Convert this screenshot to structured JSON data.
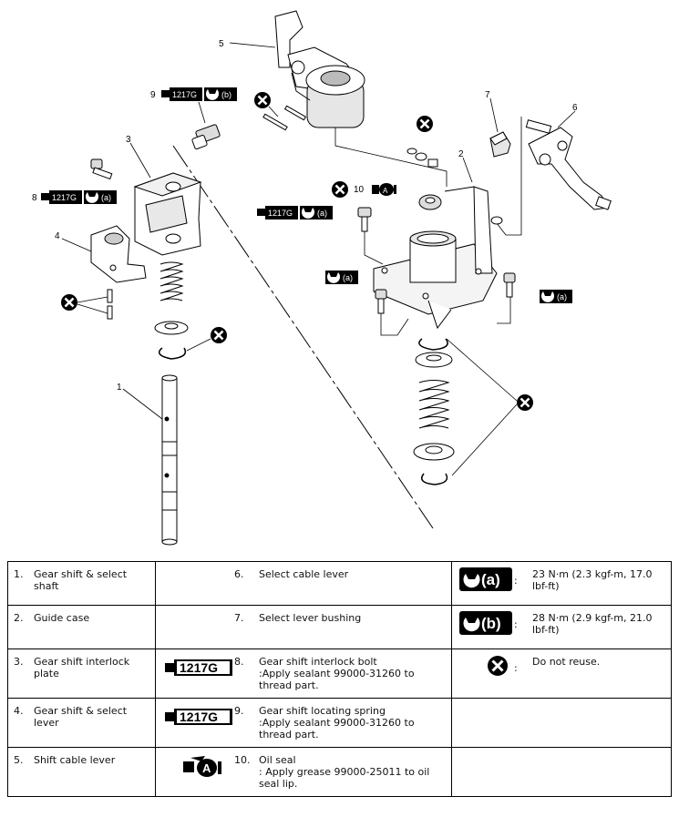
{
  "callouts": {
    "c1": "1",
    "c2": "2",
    "c3": "3",
    "c4": "4",
    "c5": "5",
    "c6": "6",
    "c7": "7",
    "c8": "8",
    "c9": "9",
    "c10": "10"
  },
  "tags": {
    "sealant": "1217G",
    "torque_a": "(a)",
    "torque_b": "(b)",
    "grease": "A"
  },
  "legend": {
    "rows": [
      {
        "n1": "1.",
        "t1": "Gear shift & select shaft",
        "n2": "6.",
        "t2": "Select cable lever",
        "ic3": "torque-a",
        "colon": ":",
        "t3": "23 N·m (2.3 kgf-m, 17.0 lbf-ft)"
      },
      {
        "n1": "2.",
        "t1": "Guide case",
        "n2": "7.",
        "t2": "Select lever bushing",
        "ic3": "torque-b",
        "colon": ":",
        "t3": "28 N·m (2.9 kgf-m, 21.0 lbf-ft)"
      },
      {
        "n1": "3.",
        "t1": "Gear shift interlock plate",
        "n2": "8.",
        "t2a": "Gear shift interlock bolt",
        "t2b": ":Apply sealant 99000-31260 to thread part.",
        "ic3": "do-not-reuse",
        "colon": ":",
        "t3": "Do not reuse."
      },
      {
        "n1": "4.",
        "t1": "Gear shift & select lever",
        "n2": "9.",
        "t2a": "Gear shift locating spring",
        "t2b": ":Apply sealant 99000-31260 to thread part."
      },
      {
        "n1": "5.",
        "t1": "Shift cable lever",
        "n2": "10.",
        "t2a": "Oil seal",
        "t2b": ": Apply grease 99000-25011 to oil seal lip."
      }
    ]
  }
}
